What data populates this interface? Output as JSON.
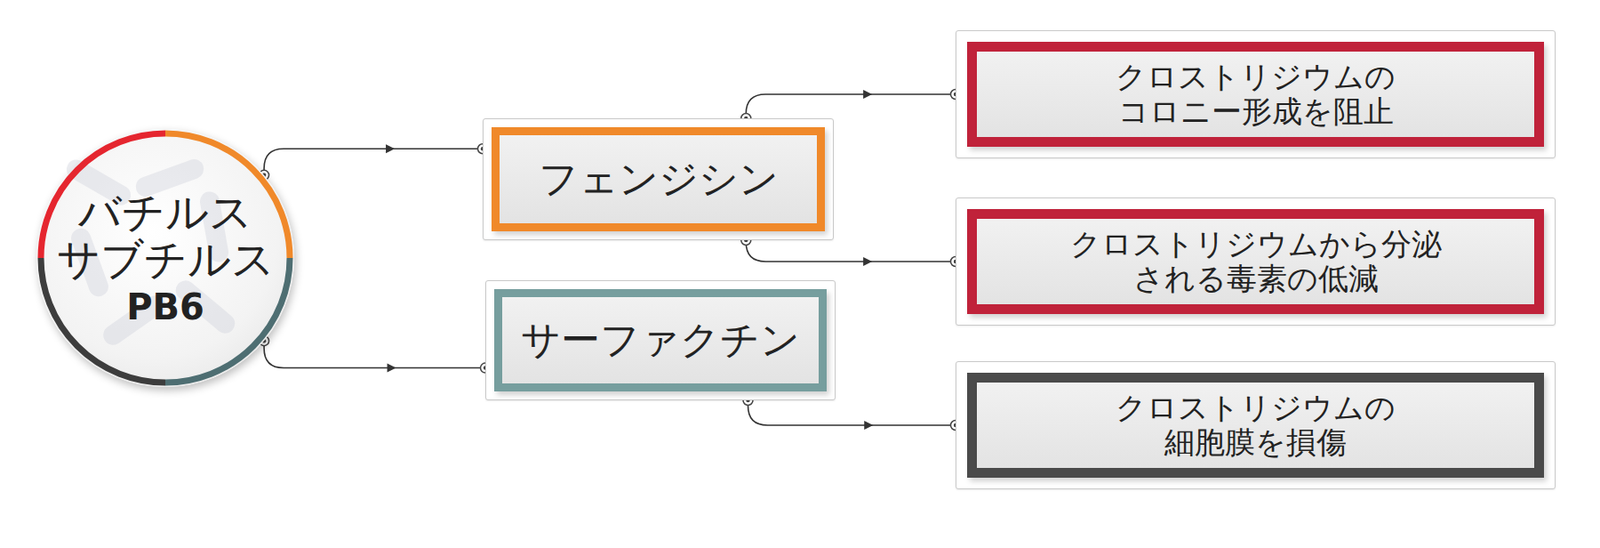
{
  "diagram": {
    "nodes": [
      {
        "text": [
          "バチルス サブチルス",
          "PB6"
        ]
      },
      {
        "text": [
          "フェンジシン"
        ]
      },
      {
        "text": [
          "サーファクチン"
        ]
      },
      {
        "text": [
          "クロストリジウムの コロニー形成を阻止"
        ]
      },
      {
        "text": [
          "クロストリジウムから分泌 される毒素の低減"
        ]
      },
      {
        "text": [
          "クロストリジウムの 細胞膜を損傷"
        ]
      }
    ],
    "edges": [
      {
        "from": 0,
        "to": 1,
        "arrow": "to"
      },
      {
        "from": 0,
        "to": 2,
        "arrow": "to"
      },
      {
        "from": 1,
        "to": 3,
        "arrow": "to"
      },
      {
        "from": 1,
        "to": 4,
        "arrow": "to"
      },
      {
        "from": 2,
        "to": 5,
        "arrow": "to"
      }
    ]
  }
}
